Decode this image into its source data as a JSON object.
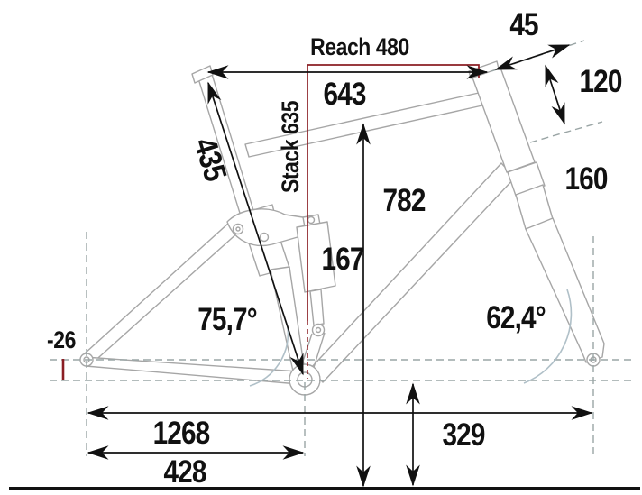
{
  "diagram": {
    "type": "bike-geometry",
    "colors": {
      "accent": "#8b1e24",
      "frame": "#a6a6a6",
      "dashed": "#9aa5a5",
      "arc": "#b0c0c8",
      "ink": "#111111"
    },
    "labels": {
      "reach": "Reach 480",
      "stack": "Stack 635",
      "top_tube_horizontal": "643",
      "seat_tube": "435",
      "standover": "782",
      "rear_travel": "167",
      "seat_angle": "75,7°",
      "head_angle": "62,4°",
      "bb_drop": "-26",
      "wheelbase": "1268",
      "chainstay": "428",
      "bb_height": "329",
      "stem_spacer": "45",
      "head_tube": "120",
      "fork": "160"
    }
  }
}
